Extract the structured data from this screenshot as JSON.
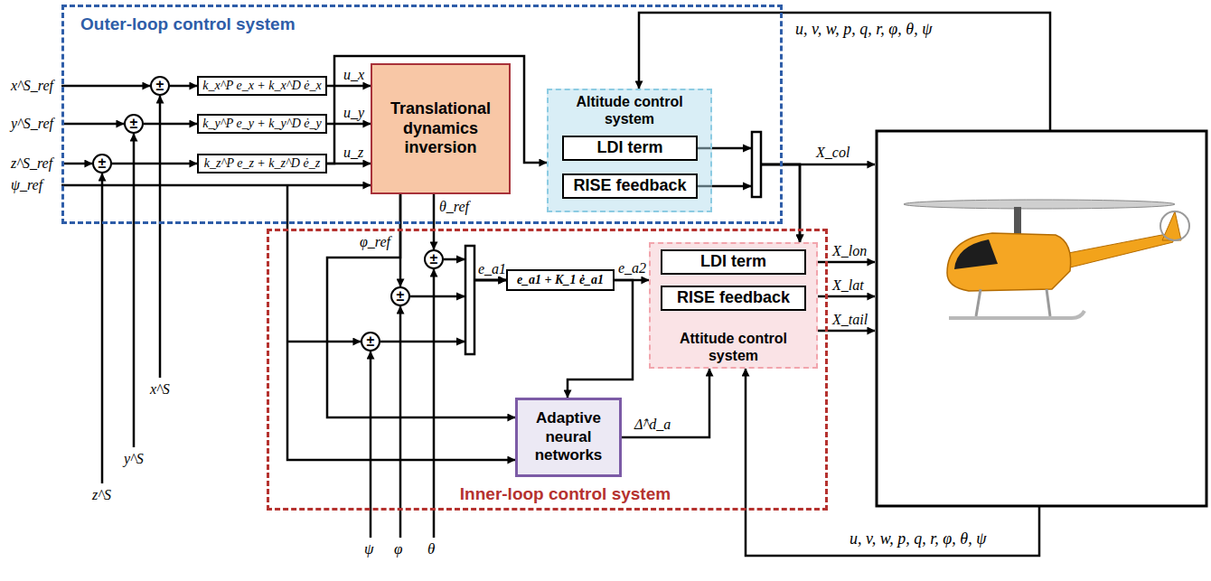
{
  "diagram": {
    "nodes": [
      {
        "text": [
          "Outer-loop control system"
        ]
      },
      {
        "text": [
          "±"
        ],
        "in": 0
      },
      {
        "text": [
          "±"
        ],
        "in": 0
      },
      {
        "text": [
          "±"
        ],
        "in": 0
      },
      {
        "text": [
          "k_x^P e_x + k_x^D ė_x"
        ],
        "in": 0
      },
      {
        "text": [
          "k_y^P e_y + k_y^D ė_y"
        ],
        "in": 0
      },
      {
        "text": [
          "k_z^P e_z + k_z^D ė_z"
        ],
        "in": 0
      },
      {
        "text": [
          "Translational dynamics inversion"
        ],
        "in": 0
      },
      {
        "text": [
          "Altitude control system"
        ],
        "in": 0
      },
      {
        "text": [
          "LDI term"
        ],
        "in": 8
      },
      {
        "text": [
          "RISE feedback"
        ],
        "in": 8
      },
      {
        "text": [
          "Inner-loop control system"
        ]
      },
      {
        "text": [
          "±"
        ],
        "in": 11
      },
      {
        "text": [
          "±"
        ],
        "in": 11
      },
      {
        "text": [
          "±"
        ],
        "in": 11
      },
      {
        "text": [
          "e_a1 + K_1 ė_a1"
        ],
        "in": 11
      },
      {
        "text": [
          "Attitude control system"
        ],
        "in": 11
      },
      {
        "text": [
          "LDI term"
        ],
        "in": 16
      },
      {
        "text": [
          "RISE feedback"
        ],
        "in": 16
      },
      {
        "text": [
          "Adaptive neural networks"
        ],
        "in": 11
      }
    ],
    "edges": [
      {
        "from": 1,
        "to": 4,
        "arrow": "to"
      },
      {
        "from": 2,
        "to": 5,
        "arrow": "to"
      },
      {
        "from": 3,
        "to": 6,
        "arrow": "to"
      },
      {
        "from": 4,
        "to": 7,
        "arrow": "to"
      },
      {
        "from": 5,
        "to": 7,
        "arrow": "to"
      },
      {
        "from": 6,
        "to": 7,
        "arrow": "to"
      },
      {
        "from": 6,
        "to": 8,
        "arrow": "to"
      },
      {
        "from": 7,
        "to": 12,
        "arrow": "to"
      },
      {
        "from": 7,
        "to": 13,
        "arrow": "to"
      },
      {
        "from": 7,
        "to": 19,
        "arrow": "to"
      },
      {
        "from": 9,
        "to": 16,
        "arrow": "to"
      },
      {
        "from": 10,
        "to": 16,
        "arrow": "to"
      },
      {
        "from": 12,
        "to": 15,
        "arrow": "to"
      },
      {
        "from": 13,
        "to": 15,
        "arrow": "to"
      },
      {
        "from": 14,
        "to": 15,
        "arrow": "to"
      },
      {
        "from": 15,
        "to": 16,
        "arrow": "to"
      },
      {
        "from": 15,
        "to": 19,
        "arrow": "to"
      },
      {
        "from": 19,
        "to": 16,
        "arrow": "to"
      }
    ],
    "labels": [
      "x^S_ref",
      "y^S_ref",
      "z^S_ref",
      "ψ_ref",
      "u_x",
      "u_y",
      "u_z",
      "u, v, w, p, q, r, φ, θ, ψ",
      "X_col",
      "X_lon",
      "X_lat",
      "X_tail",
      "φ_ref",
      "θ_ref",
      "e_a1",
      "e_a2",
      "Δ̂^d_a",
      "u, v, w, p, q, r, φ, θ, ψ",
      "x^S",
      "y^S",
      "z^S",
      "ψ",
      "φ",
      "θ"
    ]
  }
}
